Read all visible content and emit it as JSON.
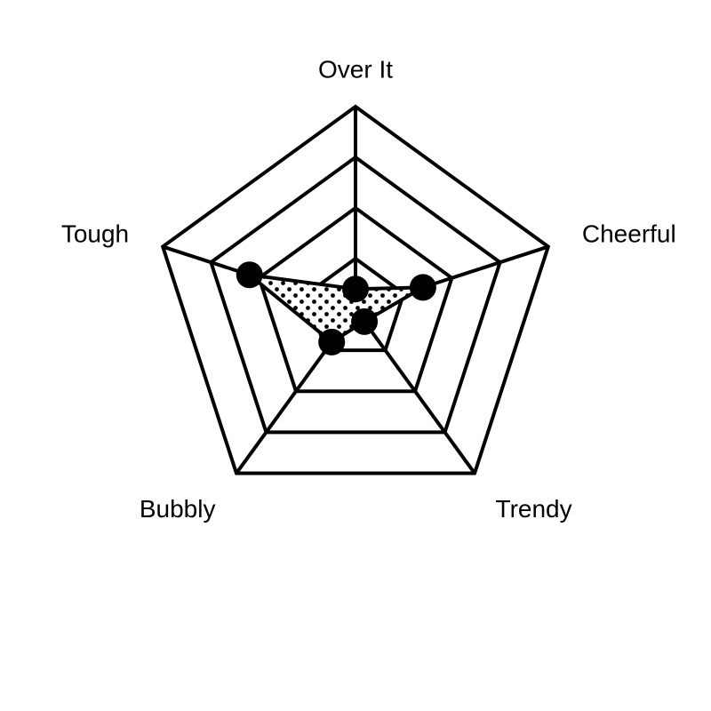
{
  "chart_data": {
    "type": "radar",
    "title": "",
    "axes": [
      "Over It",
      "Cheerful",
      "Trendy",
      "Bubbly",
      "Tough"
    ],
    "levels": 4,
    "range": [
      0,
      4
    ],
    "grid": true,
    "series": [
      {
        "values": [
          0.4,
          1.4,
          0.3,
          0.8,
          2.2
        ],
        "fill": "dotted"
      }
    ],
    "colors": {
      "stroke": "#000000",
      "background": "#ffffff"
    }
  }
}
